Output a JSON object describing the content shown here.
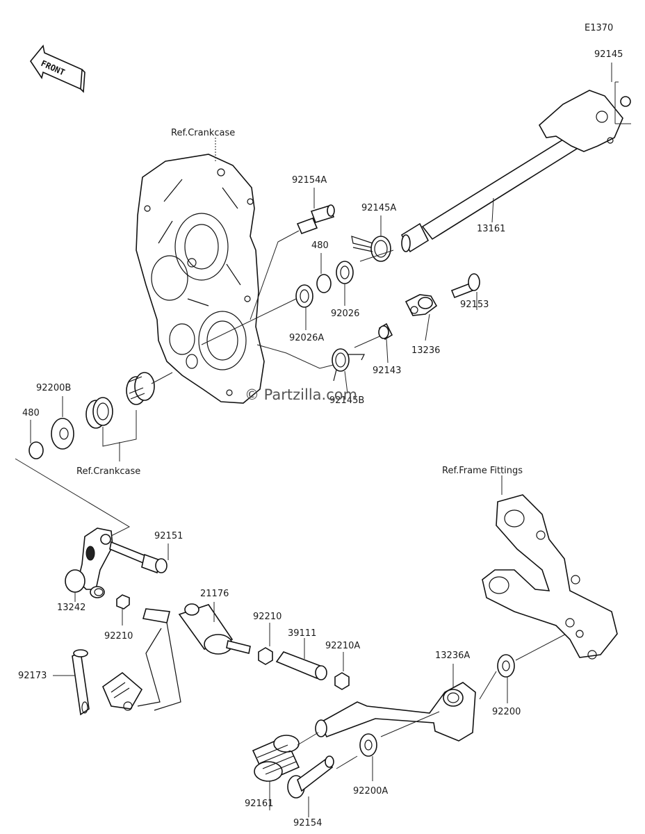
{
  "diagram_id": "E1370",
  "direction_label": "FRONT",
  "watermark": "© Partzilla.com",
  "reference_labels": {
    "crankcase_top": "Ref.Crankcase",
    "crankcase_bottom": "Ref.Crankcase",
    "frame_fittings": "Ref.Frame Fittings"
  },
  "parts": {
    "p92145": "92145",
    "p13161": "13161",
    "p92154A": "92154A",
    "p92145A": "92145A",
    "p480_top": "480",
    "p92026": "92026",
    "p92026A": "92026A",
    "p92153": "92153",
    "p13236": "13236",
    "p92143": "92143",
    "p92145B": "92145B",
    "p92200B": "92200B",
    "p480_left": "480",
    "p92151": "92151",
    "p13242": "13242",
    "p92210_left": "92210",
    "p21176": "21176",
    "p92210_mid": "92210",
    "p39111": "39111",
    "p92210A": "92210A",
    "p13236A": "13236A",
    "p92173": "92173",
    "p92200": "92200",
    "p92200A": "92200A",
    "p92161": "92161",
    "p92154": "92154"
  }
}
